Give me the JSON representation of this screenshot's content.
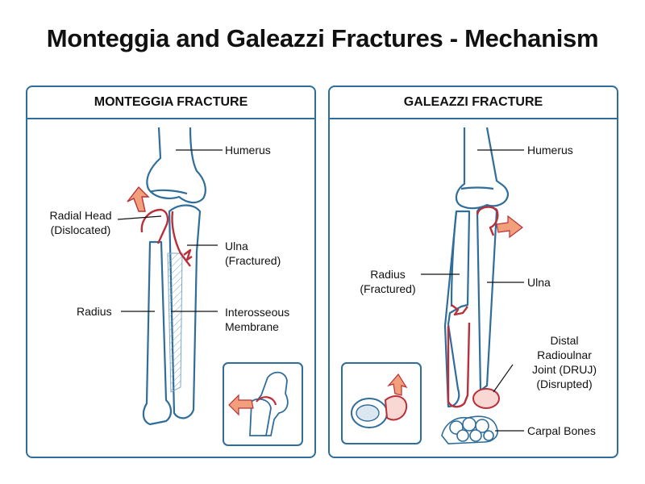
{
  "title": "Monteggia and Galeazzi Fractures - Mechanism",
  "colors": {
    "bone_outline": "#2f6d9a",
    "fracture": "#b8303a",
    "arrow_fill": "#f2a07b",
    "highlight_fill": "#f9d7d3"
  },
  "panels": {
    "monteggia": {
      "header": "MONTEGGIA FRACTURE",
      "labels": {
        "humerus": "Humerus",
        "radial_head_1": "Radial Head",
        "radial_head_2": "(Dislocated)",
        "ulna_1": "Ulna",
        "ulna_2": "(Fractured)",
        "radius": "Radius",
        "membrane_1": "Interosseous",
        "membrane_2": "Membrane"
      }
    },
    "galeazzi": {
      "header": "GALEAZZI FRACTURE",
      "labels": {
        "humerus": "Humerus",
        "radius_1": "Radius",
        "radius_2": "(Fractured)",
        "ulna": "Ulna",
        "druj_1": "Distal",
        "druj_2": "Radioulnar",
        "druj_3": "Joint (DRUJ)",
        "druj_4": "(Disrupted)",
        "carpal": "Carpal Bones"
      }
    }
  }
}
